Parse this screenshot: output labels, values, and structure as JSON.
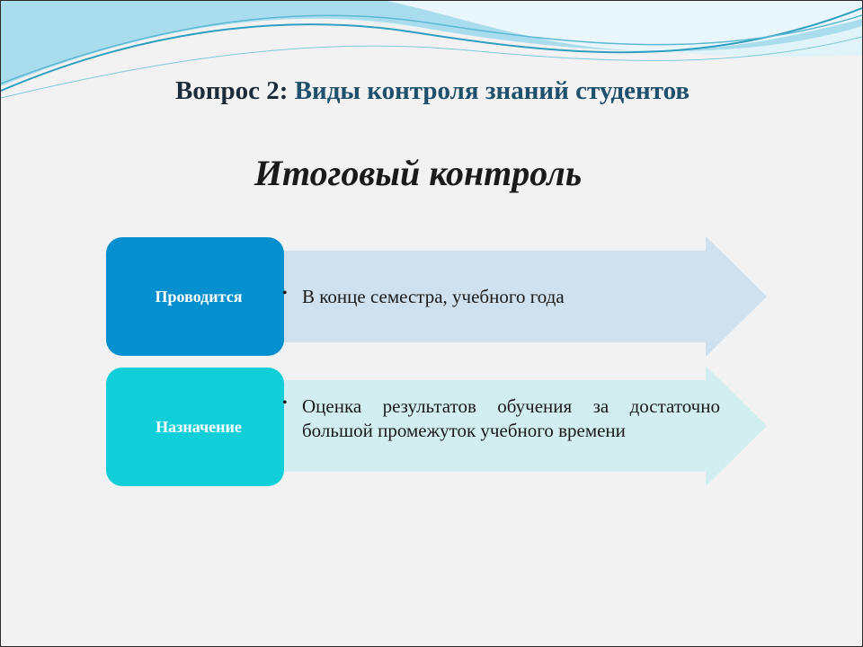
{
  "title": {
    "prefix": "Вопрос 2:",
    "main": "Виды контроля знаний студентов"
  },
  "subtitle": "Итоговый контроль",
  "rows": [
    {
      "label": "Проводится",
      "label_color": "#0790cf",
      "arrow_color": "#cfe0ee",
      "bullet": "•",
      "text": "В конце семестра, учебного года"
    },
    {
      "label": "Назначение",
      "label_color": "#11cfd8",
      "arrow_color": "#d2eef1",
      "bullet": "•",
      "text": "Оценка результатов обучения за достаточно большой промежуток учебного времени"
    }
  ],
  "colors": {
    "slide_background": "#f2f2f2",
    "title_text": "#1c2b3a",
    "title_accent": "#1f4f6b",
    "wave_light": "#bfe6f0",
    "wave_mid": "#8fd0e3",
    "wave_dark": "#2f9fc0"
  }
}
